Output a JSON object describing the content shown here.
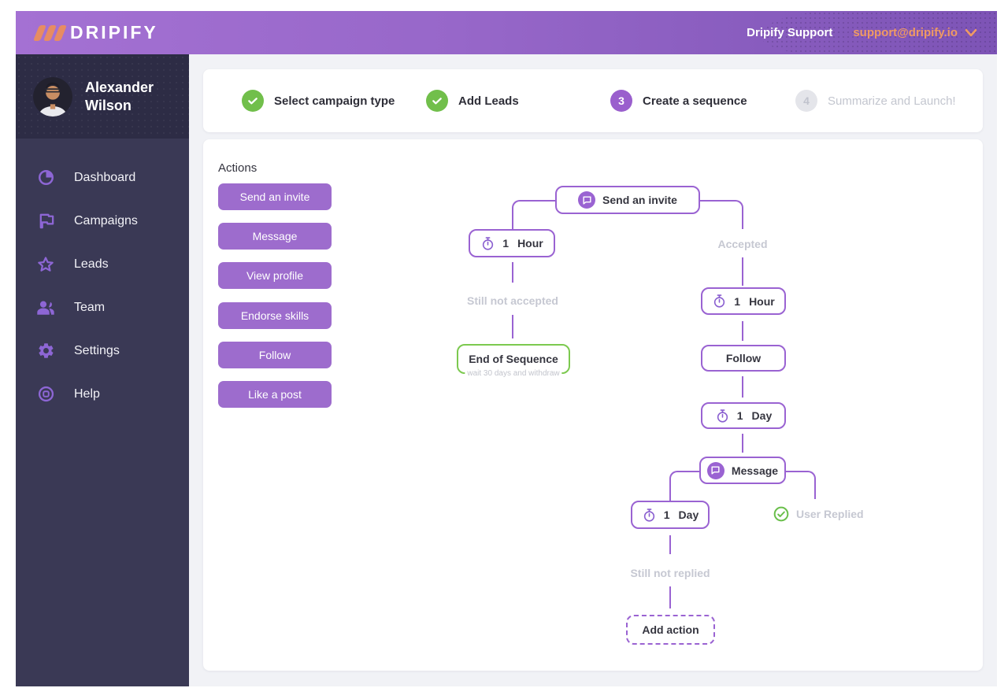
{
  "header": {
    "logo_text": "DRIPIFY",
    "support_label": "Dripify Support",
    "account_email": "support@dripify.io"
  },
  "sidebar": {
    "user_name": "Alexander Wilson",
    "items": [
      {
        "label": "Dashboard",
        "icon": "pie-chart-icon"
      },
      {
        "label": "Campaigns",
        "icon": "flag-icon"
      },
      {
        "label": "Leads",
        "icon": "star-icon"
      },
      {
        "label": "Team",
        "icon": "team-icon"
      },
      {
        "label": "Settings",
        "icon": "gear-icon"
      },
      {
        "label": "Help",
        "icon": "lifebuoy-icon"
      }
    ]
  },
  "stepper": {
    "steps": [
      {
        "label": "Select campaign type",
        "status": "done"
      },
      {
        "label": "Add Leads",
        "status": "done"
      },
      {
        "label": "Create a sequence",
        "status": "current",
        "number": "3"
      },
      {
        "label": "Summarize and Launch!",
        "status": "upcoming",
        "number": "4"
      }
    ]
  },
  "actions_panel": {
    "title": "Actions",
    "buttons": [
      "Send an invite",
      "Message",
      "View profile",
      "Endorse skills",
      "Follow",
      "Like a post"
    ]
  },
  "flow": {
    "send_invite_label": "Send an invite",
    "delay_hour_left": {
      "value": "1",
      "unit": "Hour"
    },
    "accepted_label": "Accepted",
    "still_not_accepted_label": "Still not accepted",
    "end_of_sequence_label": "End of Sequence",
    "end_of_sequence_note": "wait 30 days and withdraw",
    "delay_hour_right": {
      "value": "1",
      "unit": "Hour"
    },
    "follow_label": "Follow",
    "delay_day_right": {
      "value": "1",
      "unit": "Day"
    },
    "message_label": "Message",
    "delay_day_left": {
      "value": "1",
      "unit": "Day"
    },
    "user_replied_label": "User Replied",
    "still_not_replied_label": "Still not replied",
    "add_action_label": "Add action"
  },
  "colors": {
    "header_gradient_start": "#a471d3",
    "header_gradient_end": "#7d54b6",
    "brand_orange": "#e78c62",
    "email_orange": "#f09a63",
    "sidebar_bg": "#3a3955",
    "profile_bg": "#2d2c45",
    "accent_purple": "#9a63d2",
    "button_purple": "#9d6ccd",
    "success_green": "#71bf4b",
    "end_node_green": "#7cc94f",
    "muted_gray": "#c6c8d2",
    "main_bg": "#f1f2f6"
  }
}
